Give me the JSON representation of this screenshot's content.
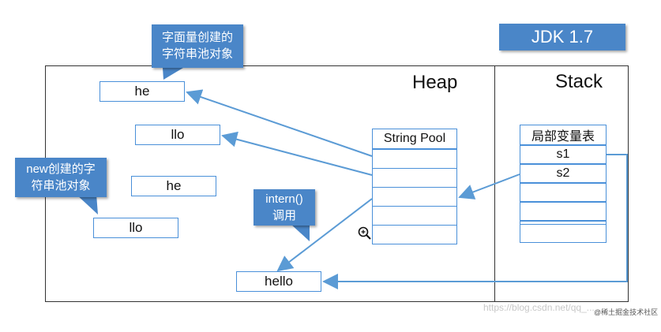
{
  "badge": {
    "label": "JDK 1.7"
  },
  "heap": {
    "label": "Heap"
  },
  "stack": {
    "label": "Stack",
    "table_header": "局部变量表",
    "vars": [
      "s1",
      "s2"
    ]
  },
  "string_pool": {
    "label": "String Pool"
  },
  "notes": {
    "literal": [
      "字面量创建的",
      "字符串池对象"
    ],
    "new_created": [
      "new创建的字",
      "符串池对象"
    ],
    "intern": [
      "intern()",
      "调用"
    ]
  },
  "objects": {
    "literal_he": "he",
    "literal_llo": "llo",
    "new_he": "he",
    "new_llo": "llo",
    "hello": "hello"
  },
  "watermark": "https://blog.csdn.net/qq_...",
  "logo": "@稀土掘金技术社区",
  "colors": {
    "accent": "#4a86c8",
    "arrow": "#5b9bd5",
    "border": "#333333"
  }
}
